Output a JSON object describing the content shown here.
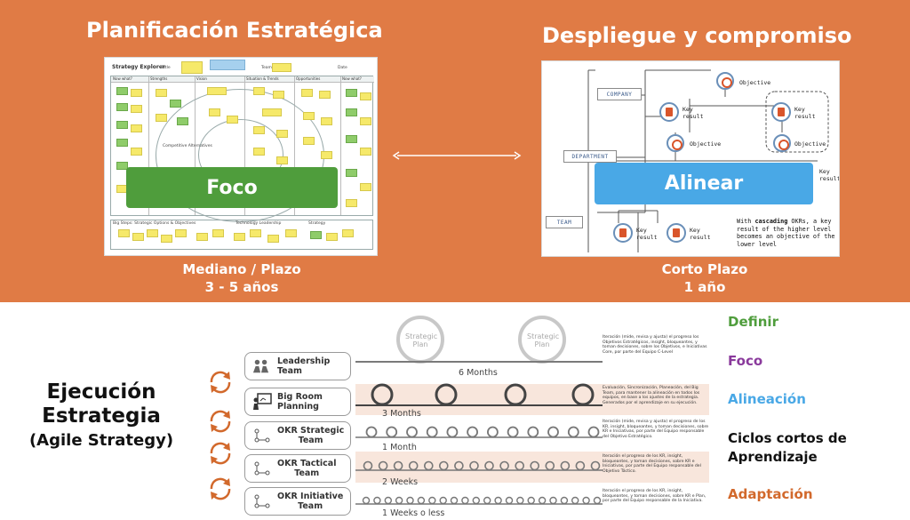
{
  "colors": {
    "band": "#e07b45",
    "foco_green": "#4f9d3c",
    "alinear_blue": "#49a8e6",
    "definir": "#4f9d3c",
    "foco": "#8a3a9c",
    "alineacion": "#49a8e6",
    "ciclos": "#111111",
    "adaptacion": "#d2692c"
  },
  "top": {
    "left_heading": "Planificación Estratégica",
    "right_heading": "Despliegue y compromiso",
    "left_sub_line1": "Mediano / Plazo",
    "left_sub_line2": "3 - 5 años",
    "right_sub_line1": "Corto Plazo",
    "right_sub_line2": "1 año",
    "foco_label": "Foco",
    "alinear_label": "Alinear"
  },
  "strategy_explorer": {
    "title": "Strategy Explorer",
    "title_field": "Title",
    "team_field": "Team",
    "date_field": "Date",
    "columns": [
      "Now what?",
      "Strengths",
      "Vision",
      "Situation & Trends",
      "Opportunities",
      "Now what?"
    ],
    "center_label": "Competitive Alternatives",
    "bottom_left": "Big Steps: Strategic Options & Objectives",
    "bottom_mid": "Technology Leadership",
    "bottom_right": "Strategy"
  },
  "okr": {
    "company": "COMPANY",
    "department": "DEPARTMENT",
    "team": "TEAM",
    "objective": "Objective",
    "key_result_1": "Key",
    "key_result_2": "result",
    "cascade_1": "With ",
    "cascade_bold": "cascading",
    "cascade_2": " OKRs, a key result of the higher level becomes an objective of the lower level"
  },
  "lower": {
    "ejec_line1": "Ejecución",
    "ejec_line2": "Estrategia",
    "ejec_line3": "(Agile Strategy)",
    "strategic_plan": "Strategic Plan",
    "teams": [
      {
        "name_line1": "Leadership Team",
        "name_line2": "",
        "freq": "6 Months",
        "desc": "Iteración (mide, revisa y ajusta) el progreso los Objetivos Estratégicos, insight, bloqueantes, y toman decisiones, sobre los Objetivos, e Iniciativas Core, por parte del Equipo C-Level"
      },
      {
        "name_line1": "Big Room",
        "name_line2": "Planning",
        "freq": "3 Months",
        "desc": "Evaluación, Sincronización, Planeación, del Big Team, para mantener la alineación en todos los equipos, en base a los ajustes de la estrategia. Generados por el aprendizaje en su ejecución."
      },
      {
        "name_line1": "OKR Strategic",
        "name_line2": "Team",
        "freq": "1 Month",
        "desc": "Iteración (mide, revisa y ajusta) el progreso de los KR, insight, bloqueantes, y toman decisiones, sobre KR e Iniciativas, por parte del Equipo responsable del Objetivo Estratégico."
      },
      {
        "name_line1": "OKR Tactical",
        "name_line2": "Team",
        "freq": "2 Weeks",
        "desc": "Iteración el progreso de los KR, insight, bloqueantes, y toman decisiones, sobre KR e Iniciativas, por parte del Equipo responsable del Objetivo Táctico."
      },
      {
        "name_line1": "OKR Initiative",
        "name_line2": "Team",
        "freq": "1 Weeks o less",
        "desc": "Iteración el progreso de los KR, insight, bloqueantes, y toman decisiones, sobre KR e Plan, por parte del Equipo responsable de la Iniciativa."
      }
    ],
    "right_words": [
      "Definir",
      "Foco",
      "Alineación",
      "Ciclos cortos de",
      "Aprendizaje",
      "Adaptación"
    ]
  }
}
